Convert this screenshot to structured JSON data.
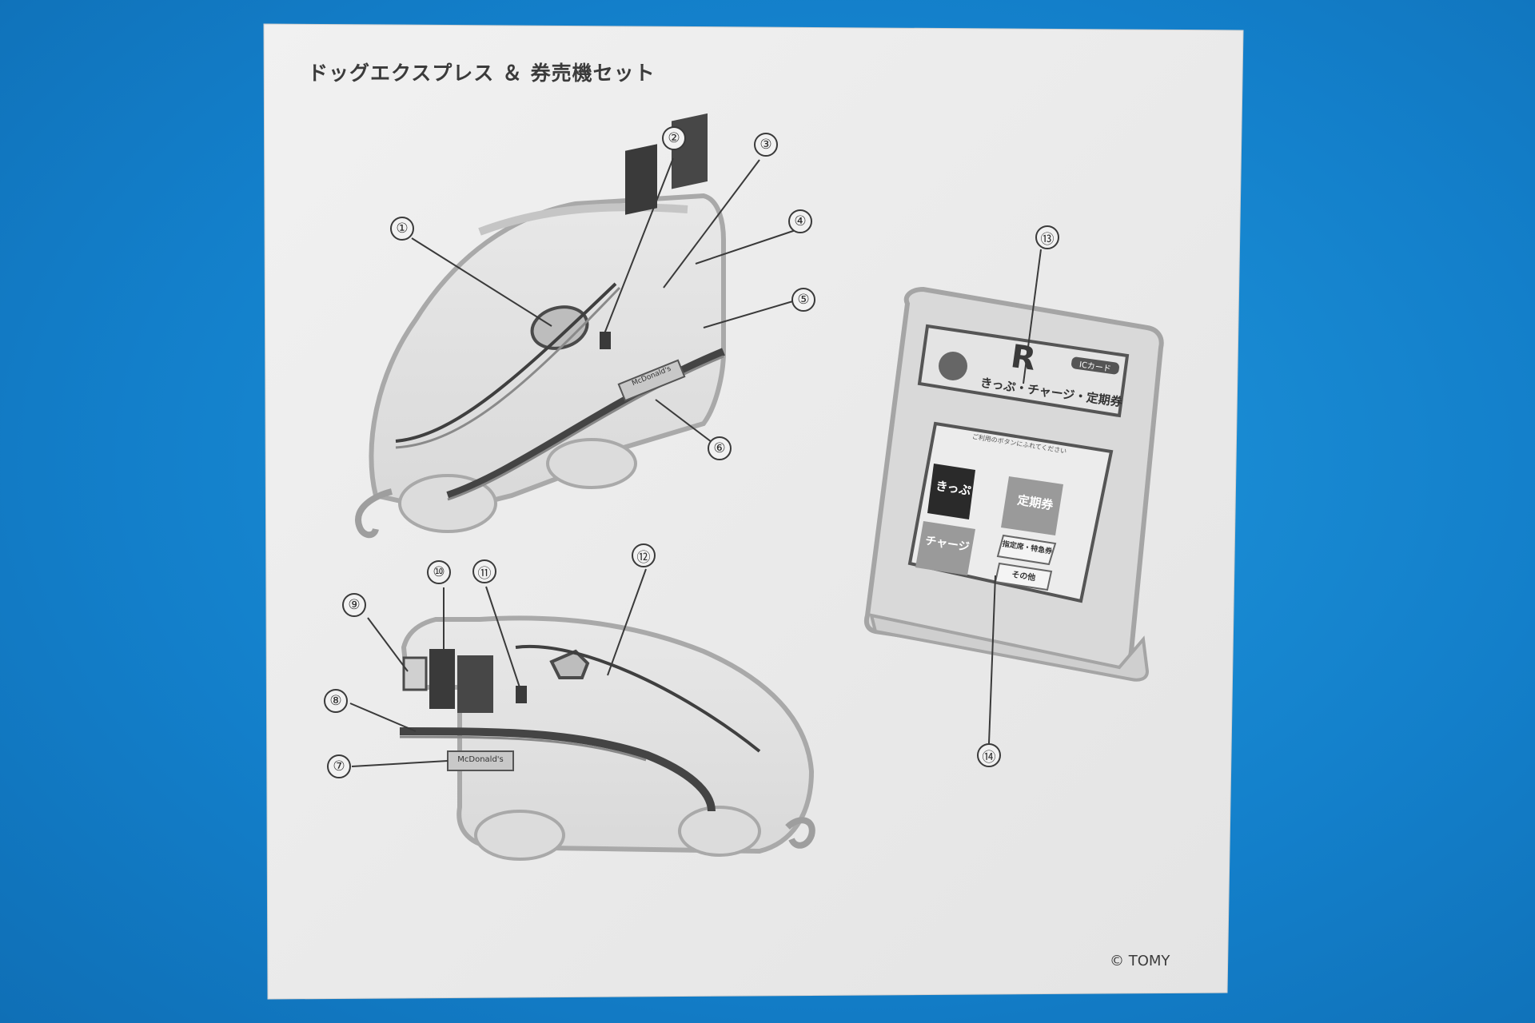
{
  "sheet": {
    "title": "ドッグエクスプレス ＆ 券売機セット",
    "copyright": "© TOMY"
  },
  "callouts": [
    "①",
    "②",
    "③",
    "④",
    "⑤",
    "⑥",
    "⑦",
    "⑧",
    "⑨",
    "⑩",
    "⑪",
    "⑫",
    "⑬",
    "⑭"
  ],
  "train_plate": "McDonald's",
  "ticket_machine": {
    "logo": "R",
    "pass_label": "ICカード",
    "header": "きっぷ・チャージ・定期券",
    "instruction": "ご利用のボタンにふれてください",
    "buttons": {
      "kippu": "きっぷ",
      "teiki": "定期券",
      "charge": "チャージ",
      "shitei": "指定席・特急券",
      "other": "その他"
    }
  },
  "colors": {
    "background": "#137fca",
    "paper": "#eeeeee",
    "line": "#3a3a3a",
    "button_dark": "#2a2a2a",
    "button_gray": "#9a9a9a"
  }
}
